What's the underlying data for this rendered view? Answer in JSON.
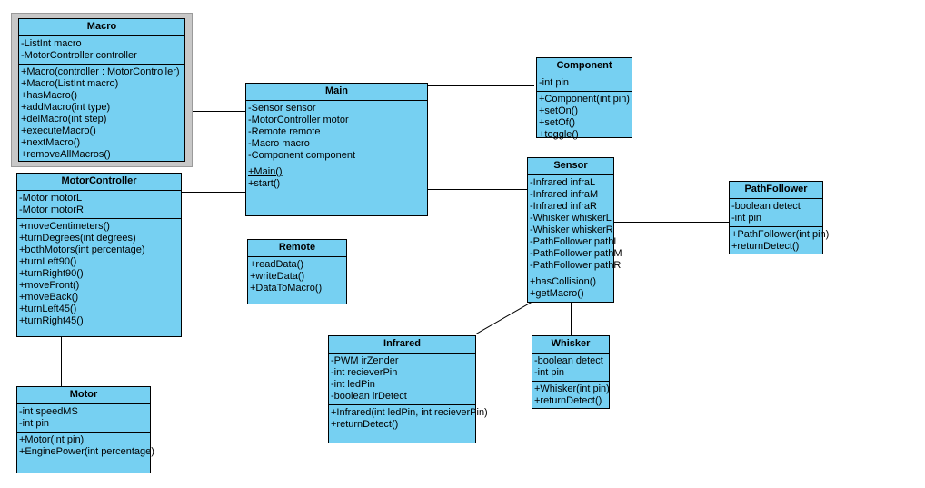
{
  "diagram": {
    "type": "uml-class-diagram",
    "background": "#ffffff",
    "class_fill": "#76d0f2",
    "class_border": "#000000",
    "selection_fill": "#c8c8c8",
    "classes": [
      {
        "id": "macro",
        "name": "Macro",
        "selected": true,
        "attributes": [
          "-ListInt macro",
          "-MotorController controller"
        ],
        "operations": [
          "+Macro(controller : MotorController)",
          "+Macro(ListInt macro)",
          "+hasMacro()",
          "+addMacro(int type)",
          "+delMacro(int step)",
          "+executeMacro()",
          "+nextMacro()",
          "+removeAllMacros()"
        ]
      },
      {
        "id": "motorcontroller",
        "name": "MotorController",
        "selected": false,
        "attributes": [
          "-Motor motorL",
          "-Motor motorR"
        ],
        "operations": [
          "+moveCentimeters()",
          "+turnDegrees(int degrees)",
          "+bothMotors(int percentage)",
          "+turnLeft90()",
          "+turnRight90()",
          "+moveFront()",
          "+moveBack()",
          "+turnLeft45()",
          "+turnRight45()"
        ]
      },
      {
        "id": "motor",
        "name": "Motor",
        "selected": false,
        "attributes": [
          "-int speedMS",
          "-int pin"
        ],
        "operations": [
          "+Motor(int pin)",
          "+EnginePower(int percentage)"
        ]
      },
      {
        "id": "main",
        "name": "Main",
        "selected": false,
        "attributes": [
          "-Sensor sensor",
          "-MotorController motor",
          "-Remote remote",
          "-Macro macro",
          "-Component component"
        ],
        "operations": [
          "+Main()",
          "+start()"
        ],
        "static_operations": [
          "+Main()"
        ]
      },
      {
        "id": "remote",
        "name": "Remote",
        "selected": false,
        "attributes": [],
        "operations": [
          "+readData()",
          "+writeData()",
          "+DataToMacro()"
        ]
      },
      {
        "id": "component",
        "name": "Component",
        "selected": false,
        "attributes": [
          "-int pin"
        ],
        "operations": [
          "+Component(int pin)",
          "+setOn()",
          "+setOf()",
          "+toggle()"
        ]
      },
      {
        "id": "sensor",
        "name": "Sensor",
        "selected": false,
        "attributes": [
          "-Infrared infraL",
          "-Infrared infraM",
          "-Infrared infraR",
          "-Whisker whiskerL",
          "-Whisker whiskerR",
          "-PathFollower pathL",
          "-PathFollower pathM",
          "-PathFollower pathR"
        ],
        "operations": [
          "+hasCollision()",
          "+getMacro()"
        ]
      },
      {
        "id": "pathfollower",
        "name": "PathFollower",
        "selected": false,
        "attributes": [
          "-boolean detect",
          "-int pin"
        ],
        "operations": [
          "+PathFollower(int pin)",
          "+returnDetect()"
        ]
      },
      {
        "id": "infrared",
        "name": "Infrared",
        "selected": false,
        "attributes": [
          "-PWM irZender",
          "-int recieverPin",
          "-int ledPin",
          "-boolean irDetect"
        ],
        "operations": [
          "+Infrared(int ledPin, int recieverPin)",
          "+returnDetect()"
        ]
      },
      {
        "id": "whisker",
        "name": "Whisker",
        "selected": false,
        "attributes": [
          "-boolean detect",
          "-int pin"
        ],
        "operations": [
          "+Whisker(int pin)",
          "+returnDetect()"
        ]
      }
    ],
    "associations": [
      {
        "from": "macro",
        "to": "main"
      },
      {
        "from": "macro",
        "to": "motorcontroller"
      },
      {
        "from": "motorcontroller",
        "to": "main"
      },
      {
        "from": "motorcontroller",
        "to": "motor"
      },
      {
        "from": "main",
        "to": "component"
      },
      {
        "from": "main",
        "to": "remote"
      },
      {
        "from": "main",
        "to": "sensor"
      },
      {
        "from": "sensor",
        "to": "pathfollower"
      },
      {
        "from": "sensor",
        "to": "infrared"
      },
      {
        "from": "sensor",
        "to": "whisker"
      }
    ]
  }
}
